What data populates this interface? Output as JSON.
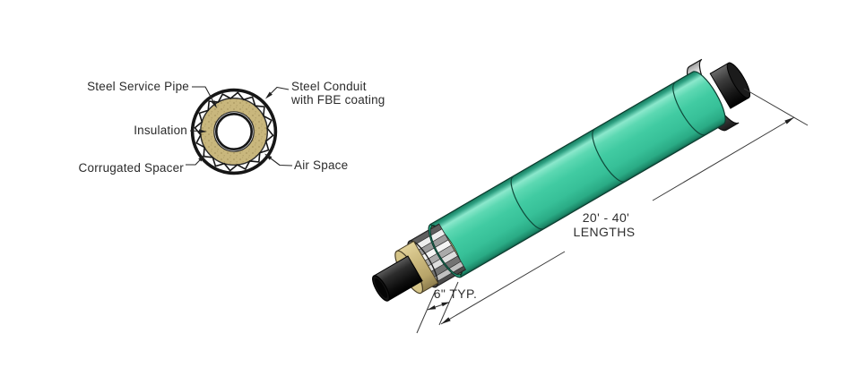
{
  "cross_section": {
    "labels": {
      "steel_service_pipe": "Steel Service Pipe",
      "insulation": "Insulation",
      "corrugated_spacer": "Corrugated Spacer",
      "steel_conduit_line1": "Steel Conduit",
      "steel_conduit_line2": "with FBE coating",
      "air_space": "Air Space"
    }
  },
  "isometric_view": {
    "dimensions": {
      "length_line1": "20' - 40'",
      "length_line2": "LENGTHS",
      "spacer_spacing": "6\" TYP."
    }
  },
  "colors": {
    "conduit_teal": "#3FC9A0",
    "conduit_highlight": "#8BE4C9",
    "conduit_shadow": "#157A5C",
    "insulation_tan": "#C9B77D",
    "steel_black": "#141414",
    "spacer_gray": "#BDBDBD",
    "line_color": "#2A2A2A"
  }
}
